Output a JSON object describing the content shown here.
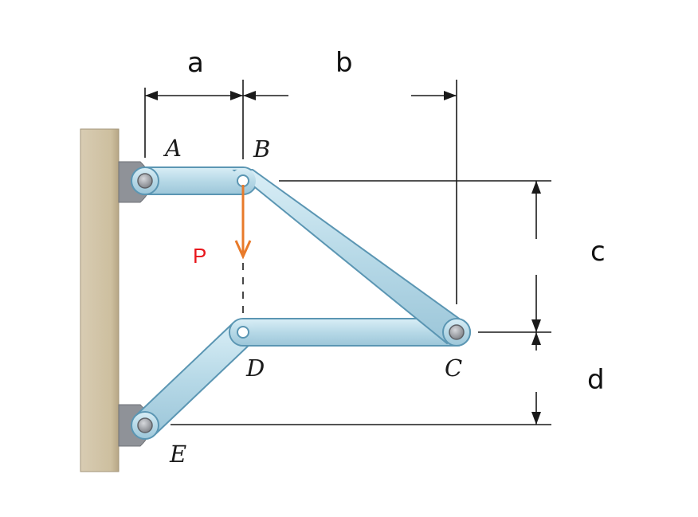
{
  "dimensions": {
    "a": "a",
    "b": "b",
    "c": "c",
    "d": "d"
  },
  "points": {
    "A": "A",
    "B": "B",
    "C": "C",
    "D": "D",
    "E": "E"
  },
  "load": {
    "label": "P"
  },
  "colors": {
    "wall": "#cfc0a4",
    "wall_shadow": "#a89878",
    "member_fill": "#b9dbe8",
    "member_edge": "#5d98b5",
    "support": "#8b8e94",
    "pin": "#8a8d92",
    "force_arrow": "#e87a2a",
    "force_label": "#e8161c"
  }
}
